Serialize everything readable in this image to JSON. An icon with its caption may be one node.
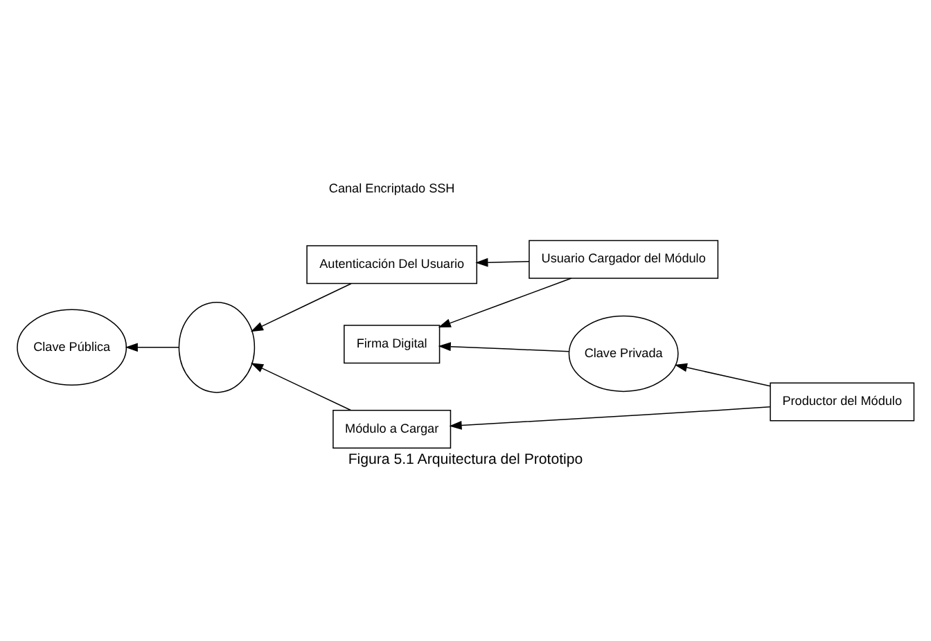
{
  "diagram": {
    "caption": "Figura 5.1 Arquitectura del Prototipo",
    "nodes": [
      {
        "text": [],
        "shape": "circle"
      },
      {
        "text": [
          "Autenticación Del Usuario"
        ]
      },
      {
        "text": [
          "Usuario Cargador del Módulo"
        ]
      },
      {
        "text": [
          "Módulo a Cargar"
        ]
      },
      {
        "text": [
          "Firma Digital"
        ]
      },
      {
        "text": [
          "Clave Pública"
        ]
      },
      {
        "text": [
          "Productor del Módulo"
        ]
      },
      {
        "text": [
          "Clave Privada"
        ]
      }
    ],
    "edges": [
      {
        "from": 2,
        "to": 1,
        "arrow": "to"
      },
      {
        "from": 1,
        "to": 0,
        "arrow": "to"
      },
      {
        "from": 2,
        "to": 4,
        "arrow": "to"
      },
      {
        "from": 3,
        "to": 0,
        "arrow": "to"
      },
      {
        "from": 0,
        "to": 5,
        "arrow": "to"
      },
      {
        "from": 6,
        "to": 3,
        "arrow": "to"
      },
      {
        "from": 6,
        "to": 7,
        "arrow": "to"
      },
      {
        "from": 7,
        "to": 4,
        "arrow": "to"
      }
    ],
    "labels": [
      "Canal Encriptado SSH"
    ]
  }
}
